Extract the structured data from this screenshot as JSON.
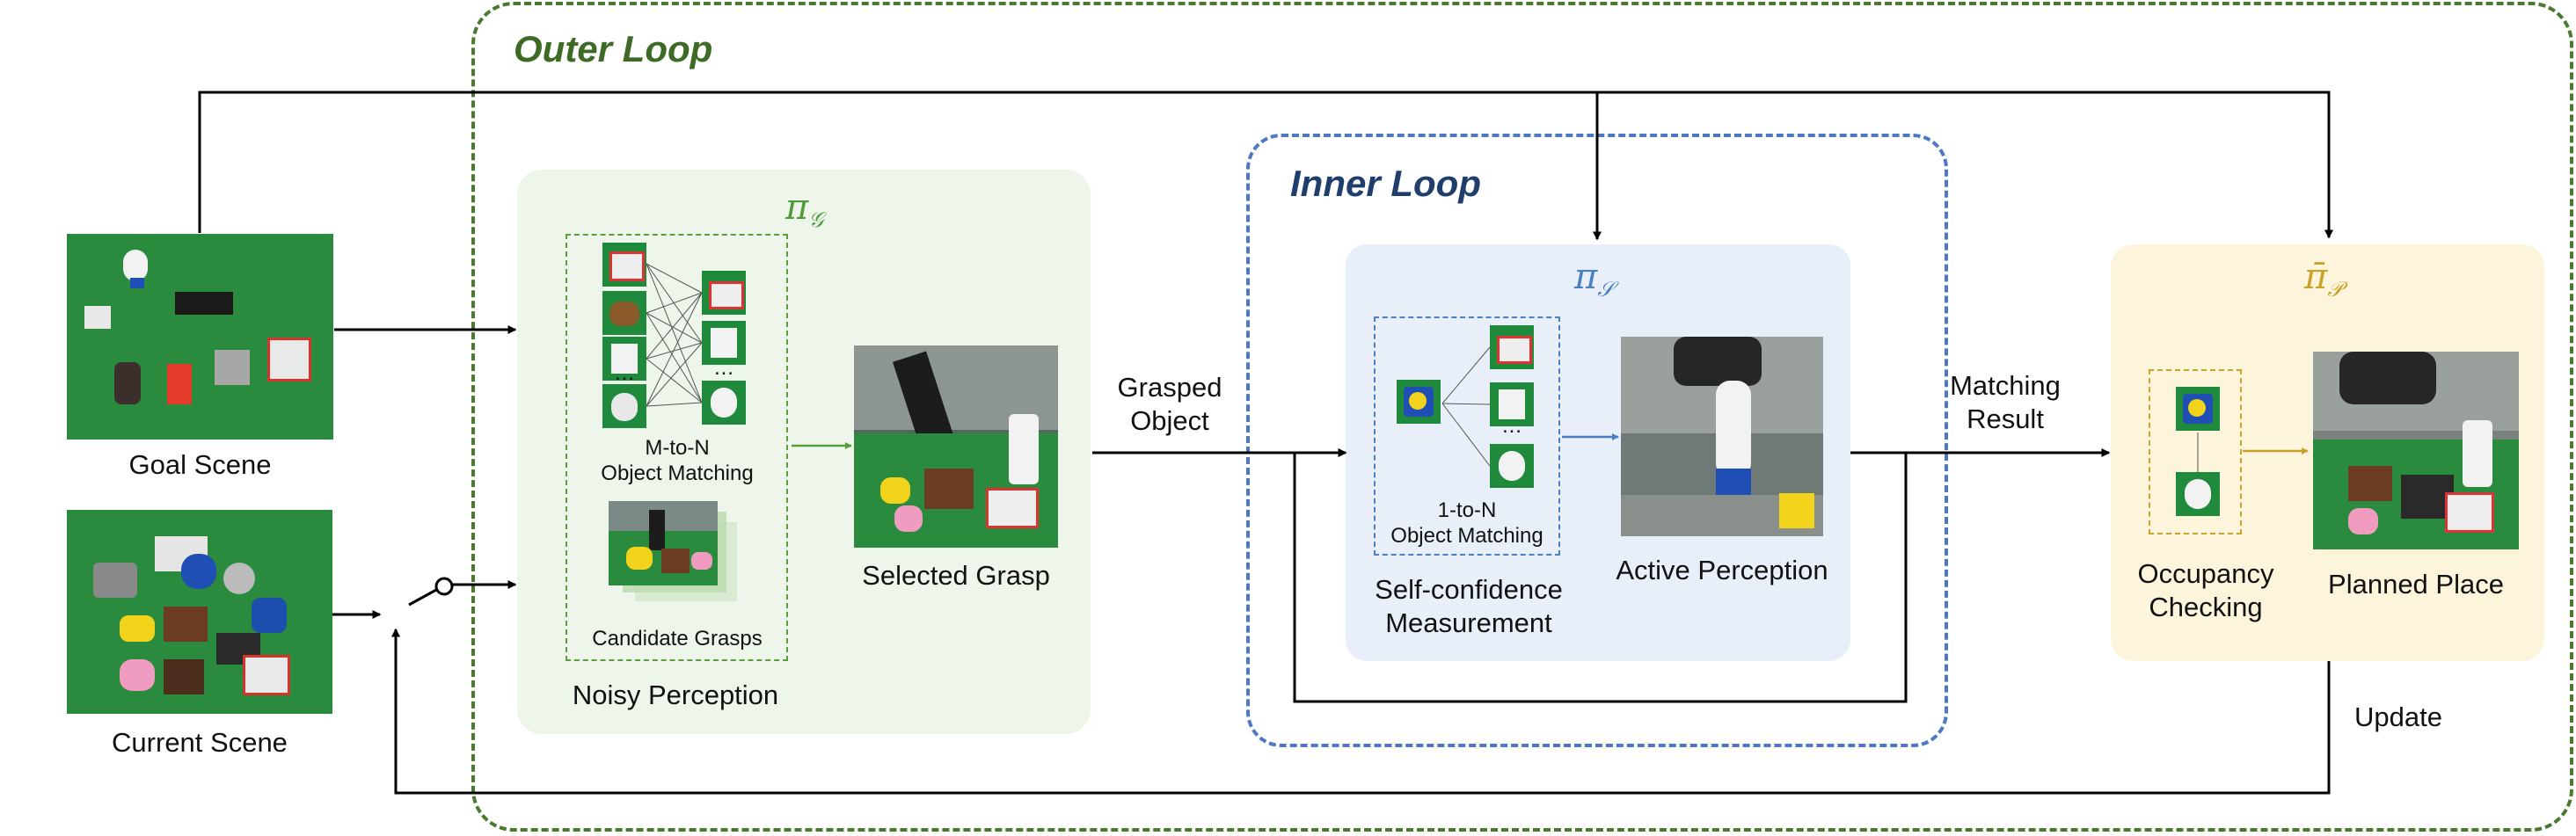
{
  "outer_loop": {
    "title": "Outer Loop",
    "color": "#3d6b25"
  },
  "inner_loop": {
    "title": "Inner Loop",
    "color": "#1f3e6e"
  },
  "scenes": {
    "goal": "Goal Scene",
    "current": "Current Scene"
  },
  "grasp_module": {
    "policy_symbol": "π",
    "policy_subscript": "𝒢",
    "matching_label": "M-to-N\nObject Matching",
    "ellipsis_left": "…",
    "ellipsis_right": "…",
    "candidate_label": "Candidate Grasps",
    "selected_label": "Selected Grasp",
    "caption": "Noisy Perception",
    "accent": "#5a9e3c"
  },
  "edge_labels": {
    "grasped_object": "Grasped\nObject",
    "matching_result": "Matching\nResult",
    "update": "Update"
  },
  "self_module": {
    "policy_symbol": "π",
    "policy_subscript": "𝒮",
    "matching_label": "1-to-N\nObject Matching",
    "ellipsis": "…",
    "confidence_label": "Self-confidence\nMeasurement",
    "active_label": "Active Perception",
    "accent": "#4a80c0"
  },
  "place_module": {
    "policy_symbol": "π̄",
    "policy_subscript": "𝒫",
    "occupancy_label": "Occupancy\nChecking",
    "planned_label": "Planned Place",
    "accent": "#c9a227"
  }
}
